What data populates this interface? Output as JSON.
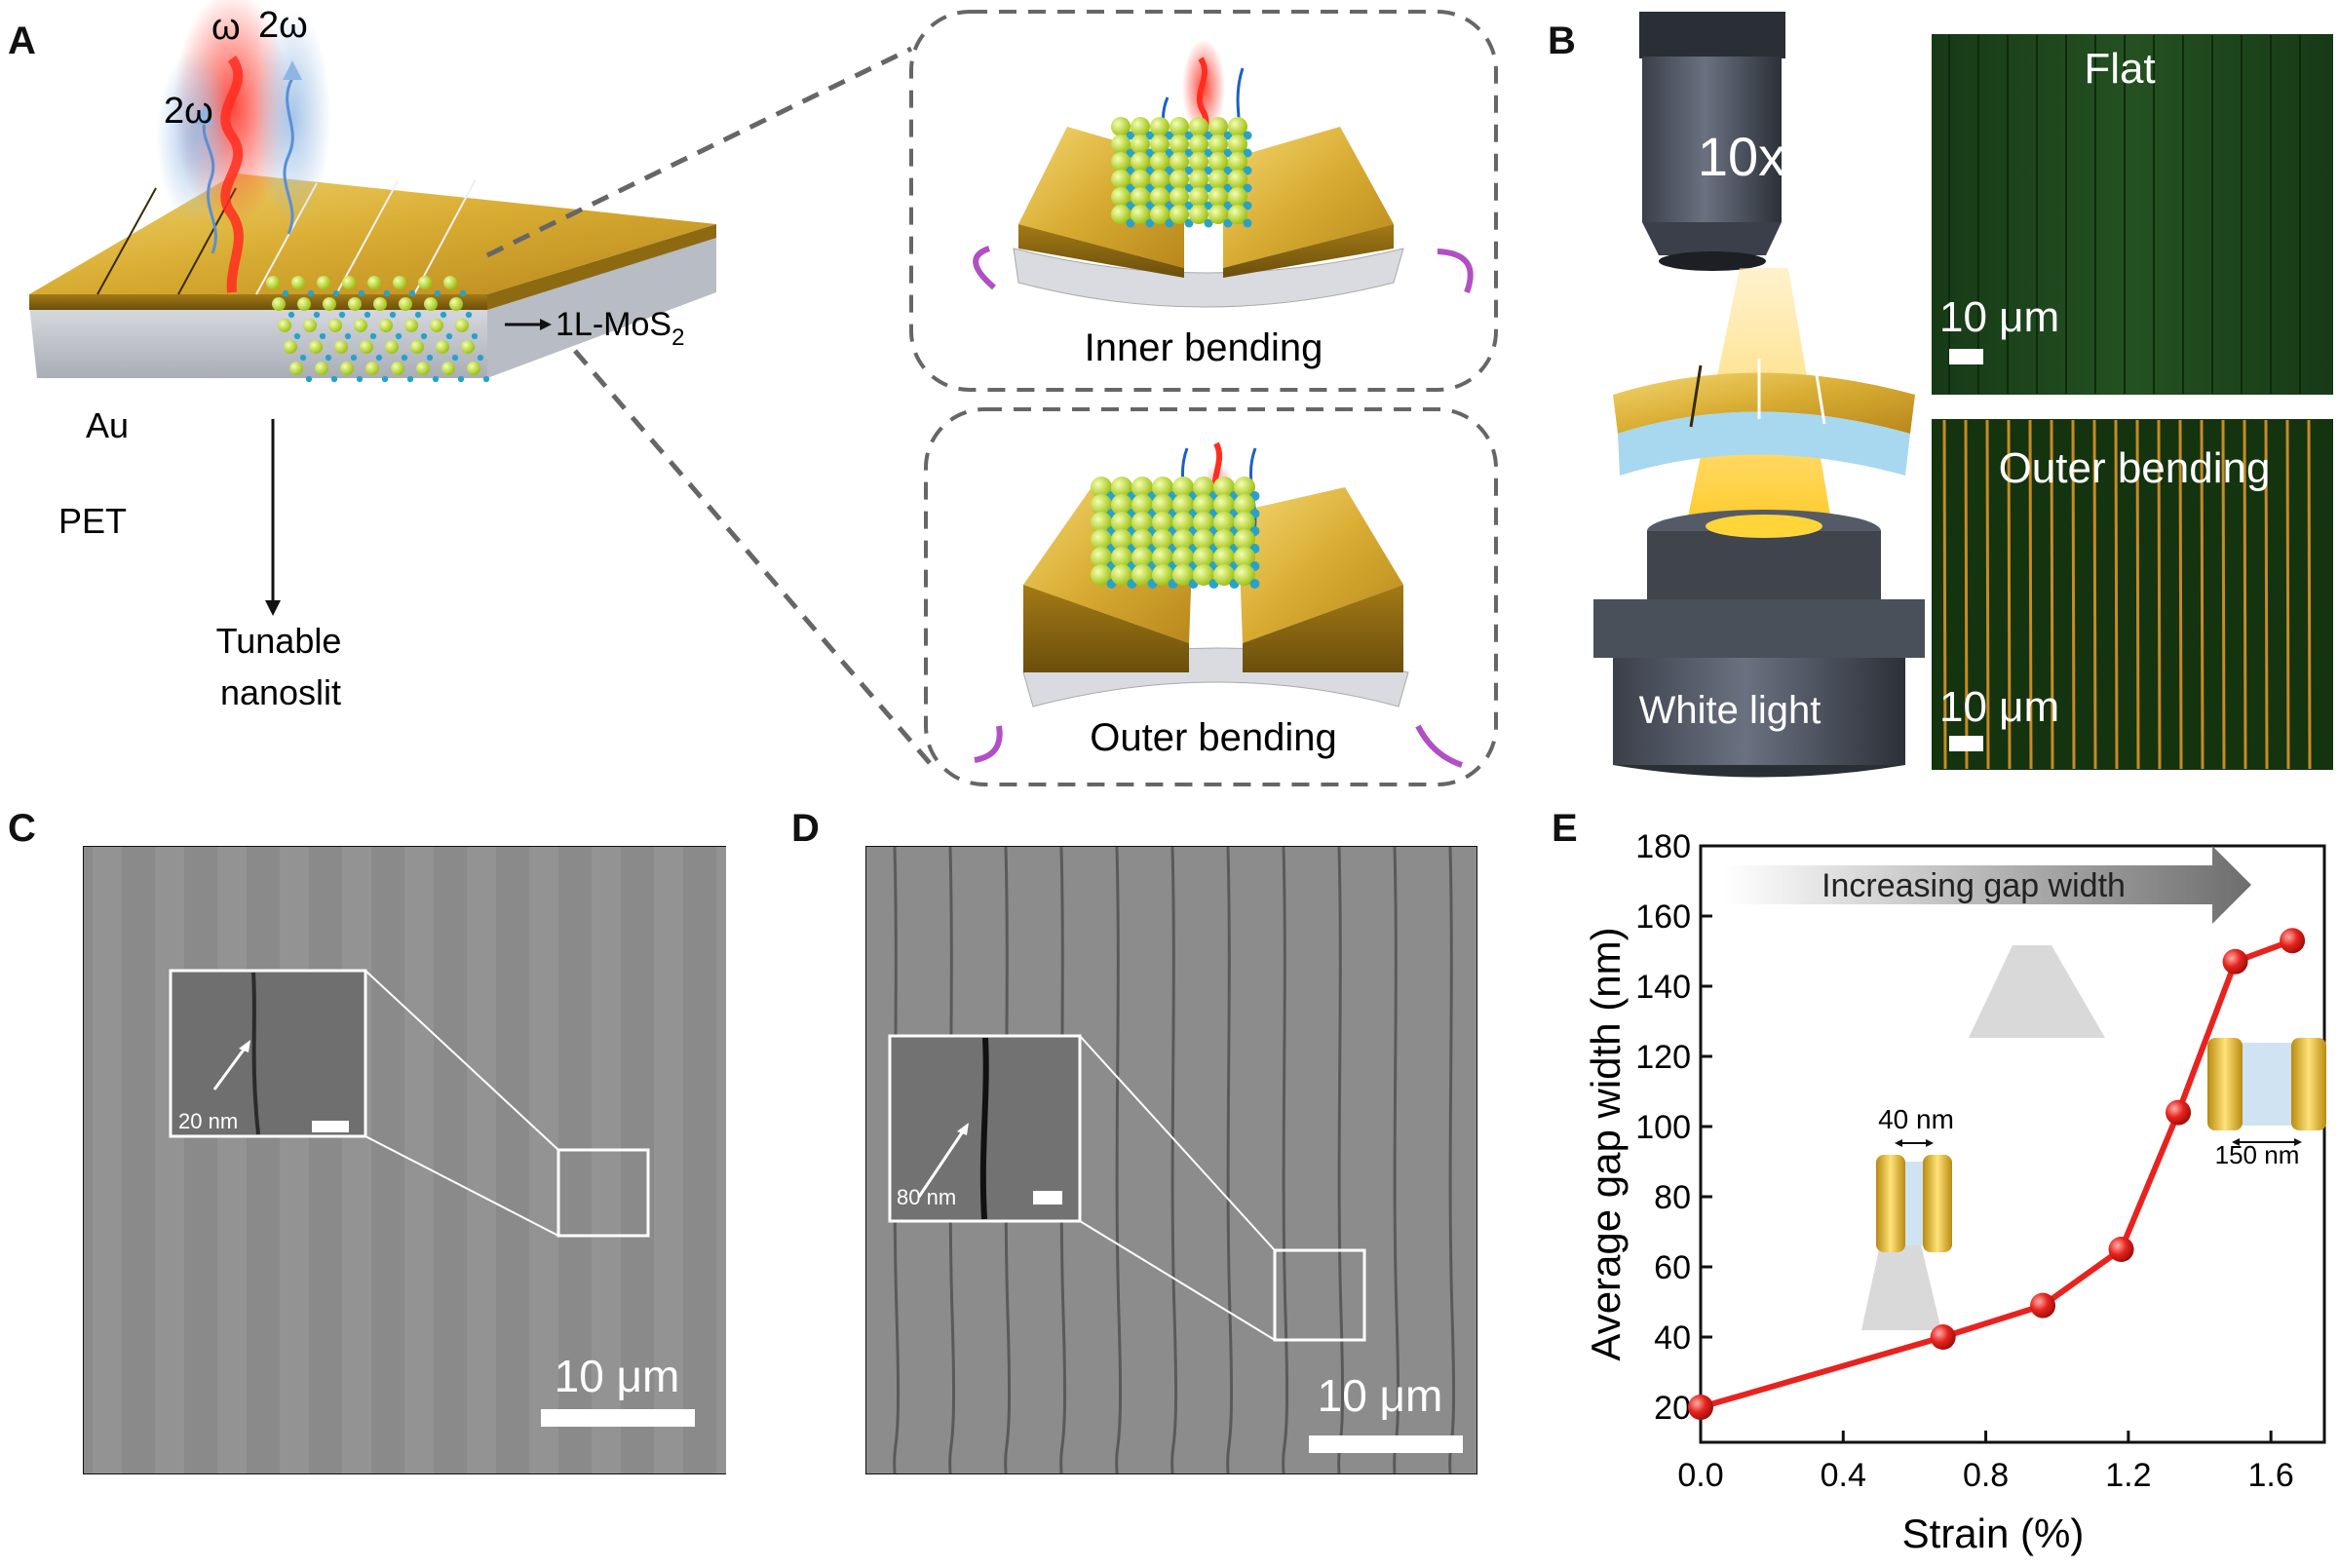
{
  "panels": {
    "a": {
      "letter": "A",
      "omega": "ω",
      "two_omega": "2ω",
      "layer_label": "1L-MoS",
      "layer_sub": "2",
      "au": "Au",
      "pet": "PET",
      "tunable_line1": "Tunable",
      "tunable_line2": "nanoslit",
      "inner": "Inner bending",
      "outer": "Outer bending"
    },
    "b": {
      "letter": "B",
      "objective": "10x",
      "white_light": "White light",
      "flat": "Flat",
      "outer": "Outer bending",
      "scale": "10 μm"
    },
    "c": {
      "letter": "C",
      "inset_label": "20 nm",
      "scale": "10 μm"
    },
    "d": {
      "letter": "D",
      "inset_label": "80 nm",
      "scale": "10 μm"
    },
    "e": {
      "letter": "E",
      "arrow_text": "Increasing gap width",
      "left_gap": "40 nm",
      "right_gap": "150 nm"
    }
  },
  "colors": {
    "gold": "#c9a227",
    "red": "#e8231e",
    "sem_gray": "#8a8a8a",
    "microscope_green": "#1f4a1c"
  },
  "chart_data": {
    "type": "line",
    "xlabel": "Strain (%)",
    "ylabel": "Average gap width (nm)",
    "xlim": [
      0.0,
      1.75
    ],
    "ylim": [
      10,
      180
    ],
    "xticks": [
      "0.0",
      "0.4",
      "0.8",
      "1.2",
      "1.6"
    ],
    "xtick_values": [
      0.0,
      0.4,
      0.8,
      1.2,
      1.6
    ],
    "yticks": [
      "20",
      "40",
      "60",
      "80",
      "100",
      "120",
      "140",
      "160",
      "180"
    ],
    "ytick_values": [
      20,
      40,
      60,
      80,
      100,
      120,
      140,
      160,
      180
    ],
    "series": [
      {
        "color": "#e8231e",
        "x": [
          0.0,
          0.68,
          0.96,
          1.18,
          1.34,
          1.5,
          1.66
        ],
        "y": [
          20,
          40,
          49,
          65,
          104,
          147,
          153
        ]
      }
    ]
  }
}
